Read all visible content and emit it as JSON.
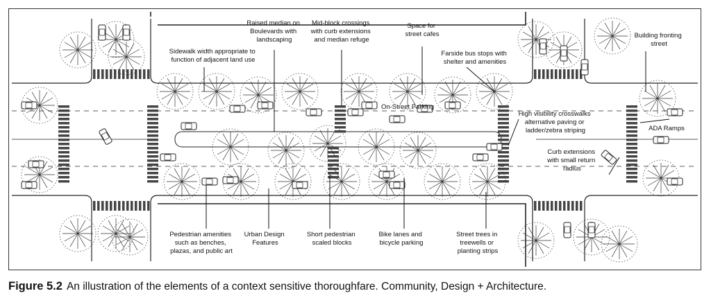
{
  "labels": {
    "sidewalk": [
      "Sidewalk width appropriate to",
      "function of adjacent land use"
    ],
    "raised_median": [
      "Raised median on",
      "Boulevards with",
      "landscaping"
    ],
    "midblock": [
      "Mid-block crossings",
      "with curb extensions",
      "and median refuge"
    ],
    "cafes": [
      "Space for",
      "street cafes"
    ],
    "bus_stops": [
      "Farside bus stops with",
      "shelter and amenities"
    ],
    "building": [
      "Building fronting",
      "street"
    ],
    "on_street_parking": [
      "On-Street Parking"
    ],
    "crosswalks": [
      "High visibility crosswalks",
      "alternative paving or",
      "ladder/zebra striping"
    ],
    "ada": [
      "ADA Ramps"
    ],
    "curb_ext": [
      "Curb extensions",
      "with small return",
      "radius"
    ],
    "ped_amenities": [
      "Pedestrian amenities",
      "such as benches,",
      "plazas, and public art"
    ],
    "urban_design": [
      "Urban Design",
      "Features"
    ],
    "short_blocks": [
      "Short pedestrian",
      "scaled blocks"
    ],
    "bike": [
      "Bike lanes and",
      "bicycle parking"
    ],
    "street_trees": [
      "Street trees in",
      "treewells or",
      "planting strips"
    ]
  },
  "caption": {
    "figure_label": "Figure 5.2",
    "text": "An illustration of the elements of a context sensitive thoroughfare. Community, Design + Architecture."
  }
}
